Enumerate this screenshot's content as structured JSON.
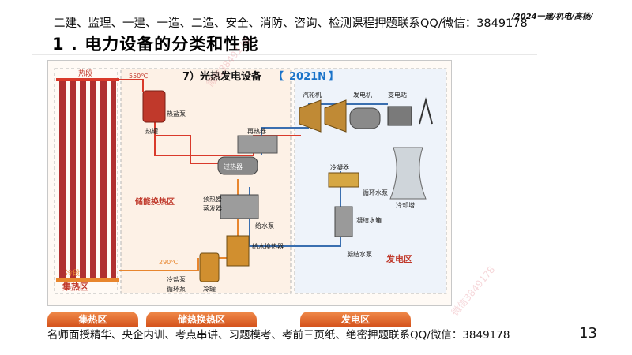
{
  "header": {
    "promo": "二建、监理、一建、一造、二造、安全、消防、咨询、检测课程押题联系QQ/微信：3849178",
    "tag": "/2024一建/机电/高杨/",
    "title": "1 . 电力设备的分类和性能"
  },
  "diagram": {
    "heading": "7）光热发电设备",
    "badge_open": "【",
    "badge": "2021N",
    "badge_close": "】",
    "labels": {
      "heat_section": "热段",
      "temp_hot": "550℃",
      "hot_tank": "热罐",
      "hot_pump": "热盐泵",
      "reheater": "再热器",
      "superheater": "过热器",
      "storage_zone": "储能换热区",
      "preheater": "预热器",
      "evaporator": "蒸发器",
      "feed_pump": "给水泵",
      "feedwater_heater": "给水换热器",
      "temp_cold": "290℃",
      "cold_salt_pump": "冷盐泵",
      "circ_pump": "循环泵",
      "cold_tank": "冷罐",
      "cold_section": "冷段",
      "collector_zone": "集热区",
      "turbine": "汽轮机",
      "generator": "发电机",
      "substation": "变电站",
      "condenser": "冷凝器",
      "cooling_pump": "循环水泵",
      "cooling_tower": "冷却塔",
      "condensate_tank": "凝结水箱",
      "condensate_pump": "凝结水泵",
      "power_zone": "发电区"
    },
    "tabs": [
      "集热区",
      "储热换热区",
      "发电区"
    ]
  },
  "footer": {
    "promo": "名师面授精华、央企内训、考点串讲、习题模考、考前三页纸、绝密押题联系QQ/微信：3849178",
    "page_number": "13"
  },
  "watermark": "微信3849178",
  "colors": {
    "hot": "#d93a2b",
    "cold": "#e8862e",
    "water": "#3a6fb0",
    "tube": "#b03030",
    "tab": "#e06a2a"
  }
}
